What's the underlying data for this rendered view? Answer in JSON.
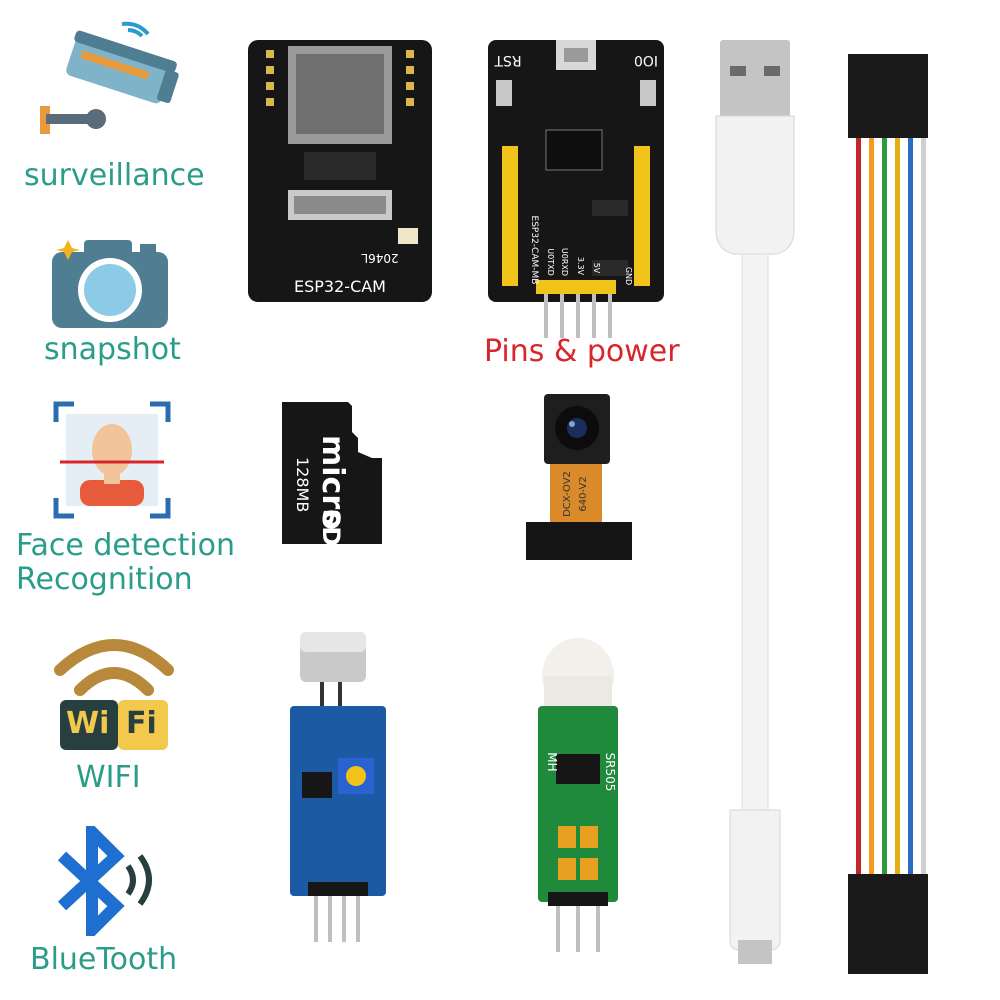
{
  "features": [
    {
      "icon": "surveillance-camera-icon",
      "label": "surveillance"
    },
    {
      "icon": "camera-icon",
      "label": "snapshot"
    },
    {
      "icon": "face-scan-icon",
      "label_line1": "Face detection",
      "label_line2": "Recognition"
    },
    {
      "icon": "wifi-icon",
      "label": "WIFI",
      "badge_left": "Wi",
      "badge_right": "Fi"
    },
    {
      "icon": "bluetooth-icon",
      "label": "BlueTooth"
    }
  ],
  "products": {
    "esp32_cam": {
      "name": "ESP32-CAM",
      "code": "2046L"
    },
    "programmer": {
      "caption": "Pins & power",
      "rst": "RST",
      "io0": "IO0",
      "board_label": "ESP32-CAM-MB",
      "pin_u0txd": "U0TXD",
      "pin_u0rxd": "U0RXD",
      "pin_3v3": "3.3V",
      "pin_5v": "5V",
      "pin_gnd": "GND"
    },
    "sd_card": {
      "brand": "micro",
      "suffix": "SD",
      "capacity": "128MB"
    },
    "camera_module": {
      "model": "DCX-OV2",
      "version": "640-V2"
    },
    "pir_sensor": {
      "model": "SR505",
      "mfr": "MH"
    }
  },
  "colors": {
    "accent": "#2a9d8a",
    "caption_red": "#d9262c",
    "pcb_black": "#161616",
    "pcb_blue": "#1d5aa6",
    "pcb_green": "#1f8a3b",
    "wires": [
      "#c0262c",
      "#f29b1d",
      "#2e9a3b",
      "#e0b012",
      "#2b6cc4",
      "#cfcfcf"
    ]
  }
}
